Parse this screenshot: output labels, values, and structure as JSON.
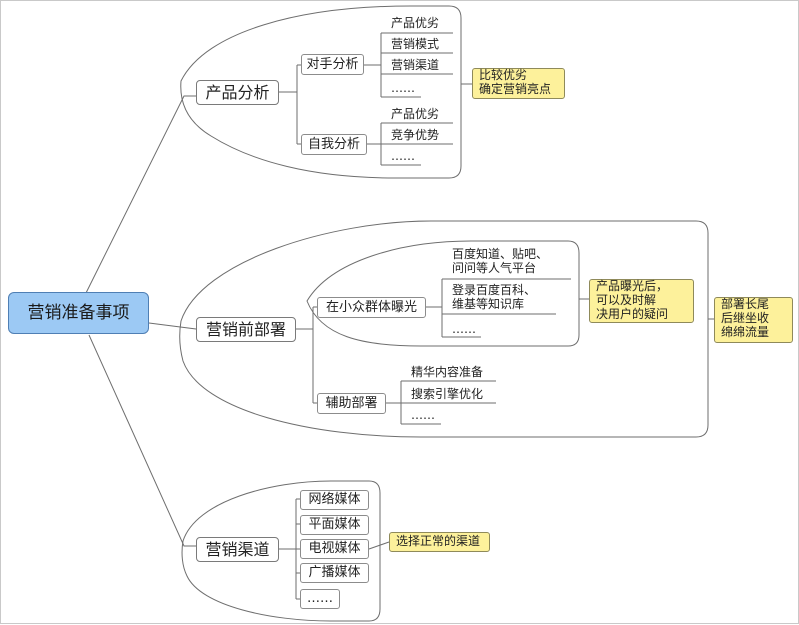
{
  "root": "营销准备事项",
  "branches": {
    "product": {
      "label": "产品分析",
      "opponent": {
        "label": "对手分析",
        "items": [
          "产品优劣",
          "营销模式",
          "营销渠道",
          "……"
        ]
      },
      "self": {
        "label": "自我分析",
        "items": [
          "产品优劣",
          "竞争优势",
          "……"
        ]
      },
      "note": "比较优劣\n确定营销亮点"
    },
    "deploy": {
      "label": "营销前部署",
      "exposure": {
        "label": "在小众群体曝光",
        "items": [
          "百度知道、贴吧、\n问问等人气平台",
          "登录百度百科、\n维基等知识库",
          "……"
        ],
        "note": "产品曝光后，\n可以及时解\n决用户的疑问"
      },
      "auxiliary": {
        "label": "辅助部署",
        "items": [
          "精华内容准备",
          "搜索引擎优化",
          "……"
        ]
      },
      "note": "部署长尾\n后继坐收\n绵绵流量"
    },
    "channel": {
      "label": "营销渠道",
      "items": [
        "网络媒体",
        "平面媒体",
        "电视媒体",
        "广播媒体",
        "……"
      ],
      "note": "选择正常的渠道"
    }
  },
  "colors": {
    "root_fill": "#9cc9f4",
    "note_fill": "#fdf19b",
    "line": "#6e6e6e"
  }
}
